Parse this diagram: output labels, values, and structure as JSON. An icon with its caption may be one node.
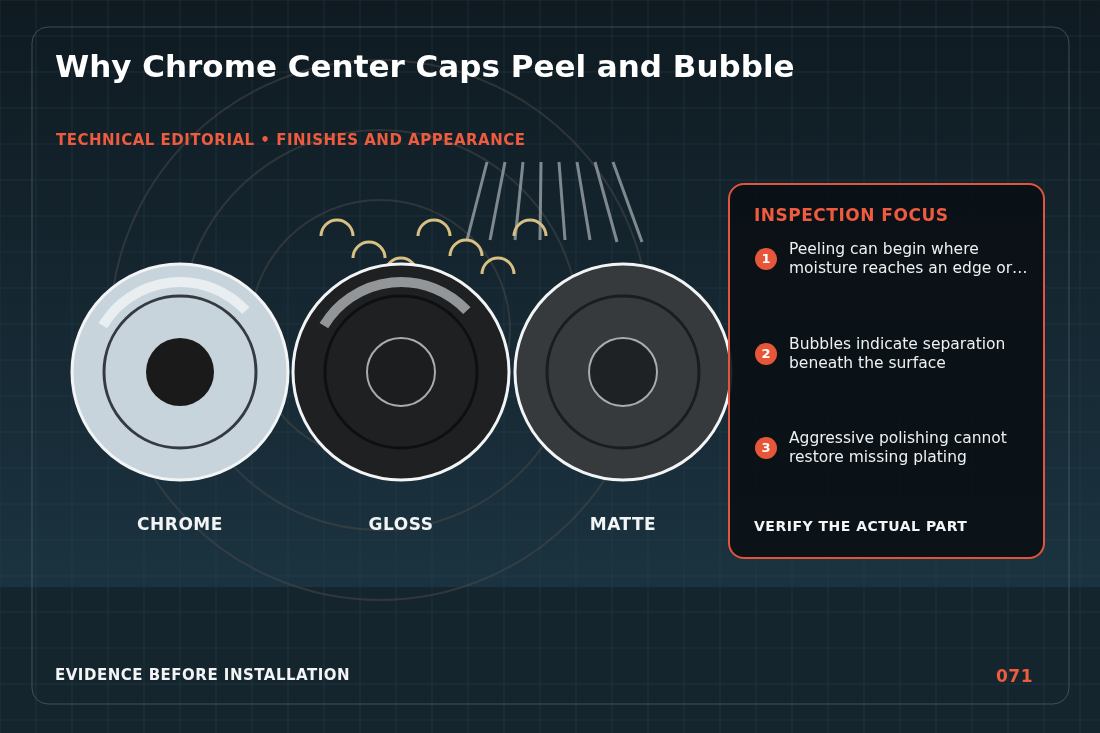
{
  "diagram": {
    "title": "Why Chrome Center Caps Peel and Bubble",
    "nodes": [
      {
        "text": [],
        "shape": "circle",
        "beside": [
          "CHROME"
        ]
      },
      {
        "text": [],
        "shape": "circle",
        "beside": [
          "GLOSS"
        ]
      },
      {
        "text": [],
        "shape": "circle",
        "beside": [
          "MATTE"
        ]
      },
      {
        "text": [
          "INSPECTION FOCUS",
          "VERIFY THE ACTUAL PART"
        ]
      },
      {
        "text": [
          "1"
        ],
        "in": 3,
        "beside": [
          "Peeling can begin where moisture reaches an edge or…"
        ]
      },
      {
        "text": [
          "2"
        ],
        "in": 3,
        "beside": [
          "Bubbles indicate separation beneath the surface"
        ]
      },
      {
        "text": [
          "3"
        ],
        "in": 3,
        "beside": [
          "Aggressive polishing cannot restore missing plating"
        ]
      }
    ],
    "labels": [
      "TECHNICAL EDITORIAL • FINISHES AND APPEARANCE",
      "EVIDENCE BEFORE INSTALLATION",
      "071"
    ]
  }
}
